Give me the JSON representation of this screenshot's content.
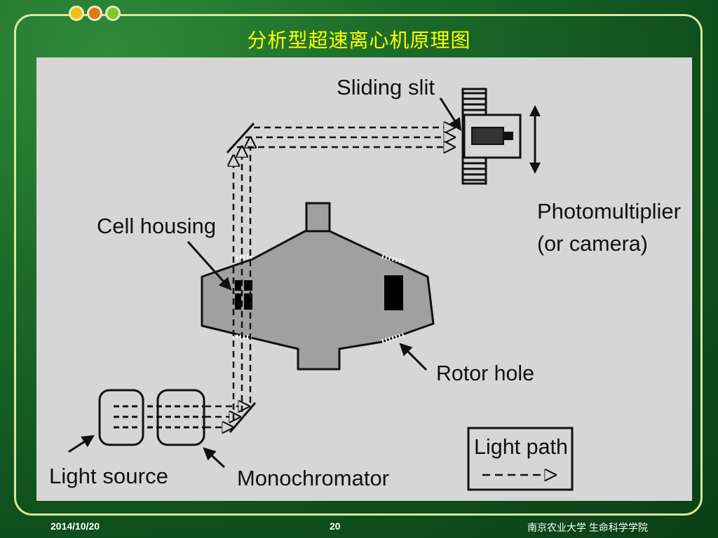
{
  "slide": {
    "title": "分析型超速离心机原理图",
    "footer": {
      "date": "2014/10/20",
      "page": "20",
      "institution": "南京农业大学  生命科学学院"
    }
  },
  "colors": {
    "dot_left": "#f2c200",
    "dot_mid": "#e07a10",
    "dot_right": "#7ec830",
    "title": "#ffff00",
    "panel": "#d6d6d6",
    "rotor": "#a0a0a0"
  },
  "diagram": {
    "labels": {
      "sliding_slit": "Sliding slit",
      "photomultiplier_1": "Photomultiplier",
      "photomultiplier_2": "(or camera)",
      "cell_housing": "Cell housing",
      "rotor_hole": "Rotor hole",
      "light_source": "Light source",
      "monochromator": "Monochromator",
      "light_path": "Light path"
    }
  }
}
